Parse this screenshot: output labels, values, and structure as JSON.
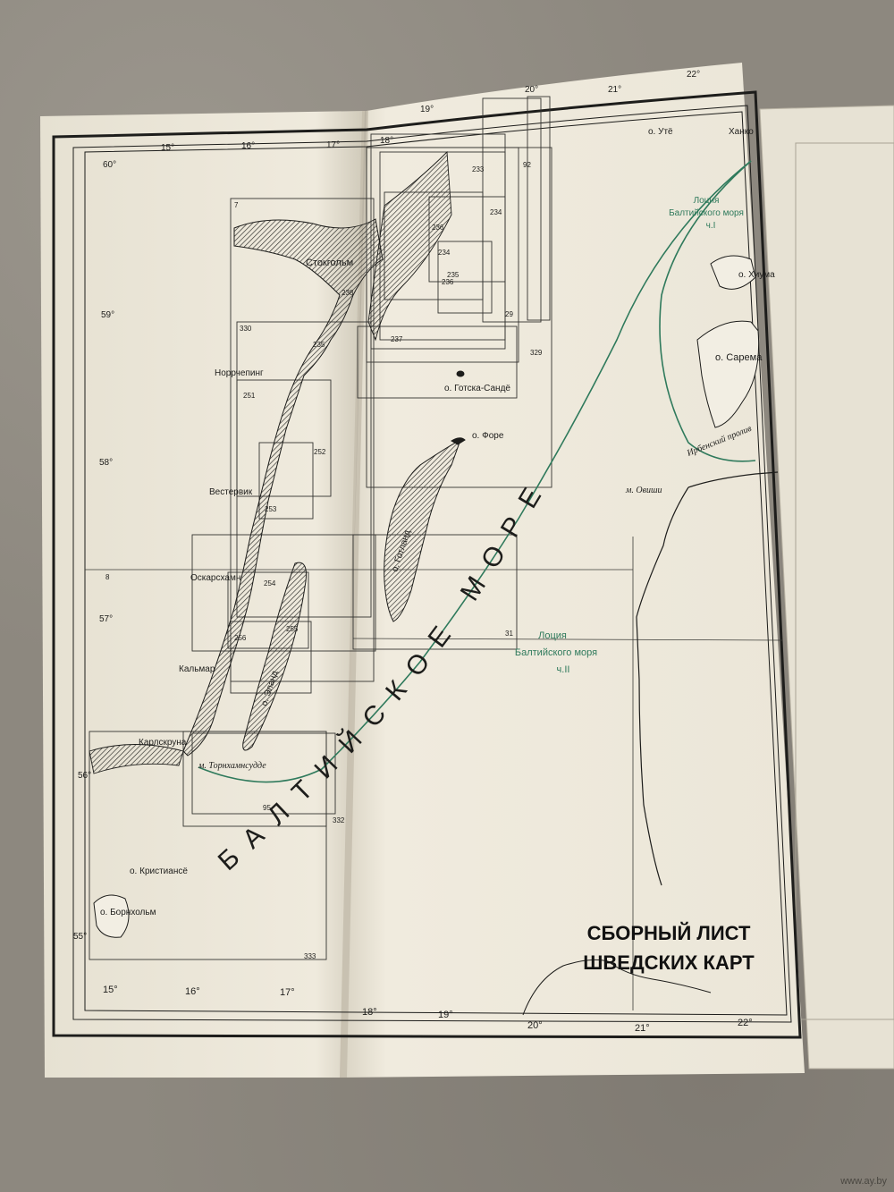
{
  "map": {
    "title_line1": "СБОРНЫЙ ЛИСТ",
    "title_line2": "ШВЕДСКИХ КАРТ",
    "sea_name": "БАЛТИЙСКОЕ МОРЕ",
    "pilot_part1": {
      "line1": "Лоция",
      "line2": "Балтийского моря",
      "line3": "ч.I"
    },
    "pilot_part2": {
      "line1": "Лоция",
      "line2": "Балтийского моря",
      "line3": "ч.II"
    },
    "longitude_labels": [
      "15°",
      "16°",
      "17°",
      "18°",
      "19°",
      "20°",
      "21°",
      "22°"
    ],
    "latitude_labels": [
      "60°",
      "59°",
      "58°",
      "57°",
      "56°",
      "55°"
    ],
    "places": {
      "stockholm": "Стокгольм",
      "norrkoping": "Норрчепинг",
      "vastervik": "Вестервик",
      "oskarshamn": "Оскарсхамн",
      "kalmar": "Кальмар",
      "karlskrona": "Карлскруна",
      "torhamn": "м. Торнхамнсудде",
      "kristianso": "о. Кристиансё",
      "bornholm": "о. Борнхольм",
      "oland": "о. Эланд",
      "gotland": "о. Готланд",
      "faro": "о. Форе",
      "gotska": "о. Готска-Сандё",
      "uto": "о. Утё",
      "hanko": "Ханко",
      "hiiumaa": "о. Хиума",
      "saaremaa": "о. Сарема",
      "irben": "Ирбенский пролив",
      "ovishi": "м. Овиши"
    },
    "chart_numbers": [
      "7",
      "233",
      "92",
      "234",
      "236",
      "234",
      "235",
      "238",
      "237",
      "236",
      "29",
      "330",
      "329",
      "235",
      "251",
      "252",
      "253",
      "8",
      "254",
      "255",
      "256",
      "31",
      "95",
      "332",
      "333"
    ]
  },
  "watermark": "www.ay.by",
  "colors": {
    "paper": "#ece7d9",
    "ink": "#1d1d1b",
    "route_green": "#2f7a5c"
  }
}
